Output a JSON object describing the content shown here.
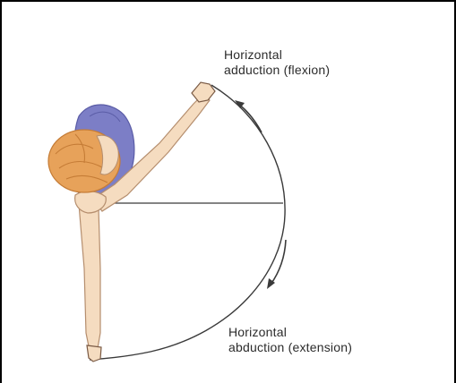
{
  "labels": {
    "adduction": {
      "line1": "Horizontal",
      "line2": "adduction (flexion)"
    },
    "abduction": {
      "line1": "Horizontal",
      "line2": "abduction (extension)"
    }
  },
  "colors": {
    "skin": "#f5dcc0",
    "skin_outline": "#b58e6e",
    "hair": "#e7a25a",
    "hair_dark": "#c57c36",
    "shirt": "#7c7ec6",
    "shirt_dark": "#5a5ca6",
    "line": "#3a3a3a",
    "text": "#2b2b2b"
  },
  "icons": {
    "arrow_up": "curved-arrow-up-icon",
    "arrow_down": "curved-arrow-down-icon"
  }
}
